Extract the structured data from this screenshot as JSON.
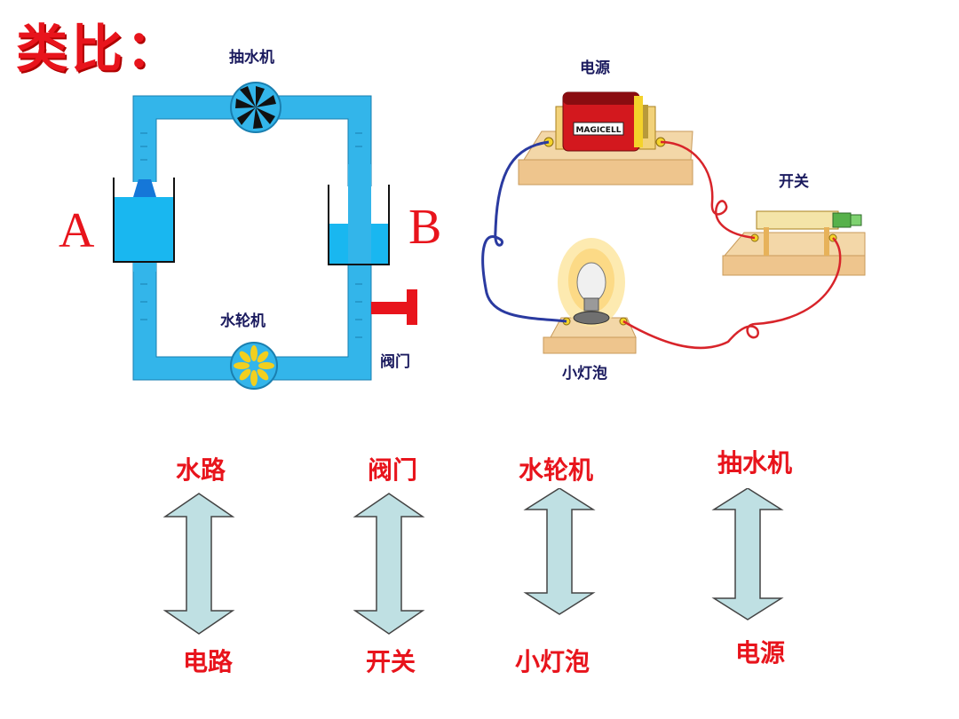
{
  "title": "类比：",
  "water_diagram": {
    "pump_label": "抽水机",
    "turbine_label": "水轮机",
    "valve_label": "阀门",
    "tank_a_label": "A",
    "tank_b_label": "B"
  },
  "circuit_diagram": {
    "battery_label": "电源",
    "battery_brand": "MAGICELL",
    "switch_label": "开关",
    "bulb_label": "小灯泡"
  },
  "analogies": [
    {
      "top": "水路",
      "bottom": "电路"
    },
    {
      "top": "阀门",
      "bottom": "开关"
    },
    {
      "top": "水轮机",
      "bottom": "小灯泡"
    },
    {
      "top": "抽水机",
      "bottom": "电源"
    }
  ],
  "colors": {
    "title": "#e8141c",
    "pipe": "#33b5ea",
    "water": "#19b7f0",
    "arrow_fill": "#bfe0e3",
    "blue_wire": "#2a3aa0",
    "red_wire": "#d8242a"
  }
}
